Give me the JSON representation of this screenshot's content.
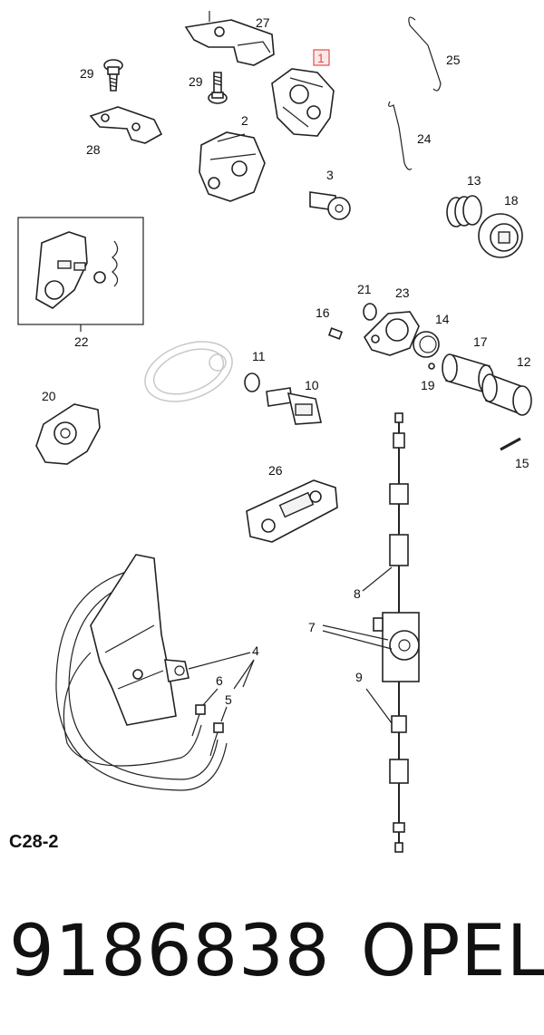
{
  "diagram": {
    "code": "C28-2",
    "highlight_color": "#e05050",
    "labels": {
      "p1": "1",
      "p2": "2",
      "p3": "3",
      "p4": "4",
      "p5": "5",
      "p6": "6",
      "p7": "7",
      "p8": "8",
      "p9": "9",
      "p10": "10",
      "p11": "11",
      "p12": "12",
      "p13": "13",
      "p14": "14",
      "p15": "15",
      "p16": "16",
      "p17": "17",
      "p18": "18",
      "p19": "19",
      "p20": "20",
      "p21": "21",
      "p22": "22",
      "p23": "23",
      "p24": "24",
      "p25": "25",
      "p26": "26",
      "p27": "27",
      "p28": "28",
      "p29a": "29",
      "p29b": "29"
    }
  },
  "footer": {
    "part_number": "9186838",
    "brand": "OPEL"
  }
}
